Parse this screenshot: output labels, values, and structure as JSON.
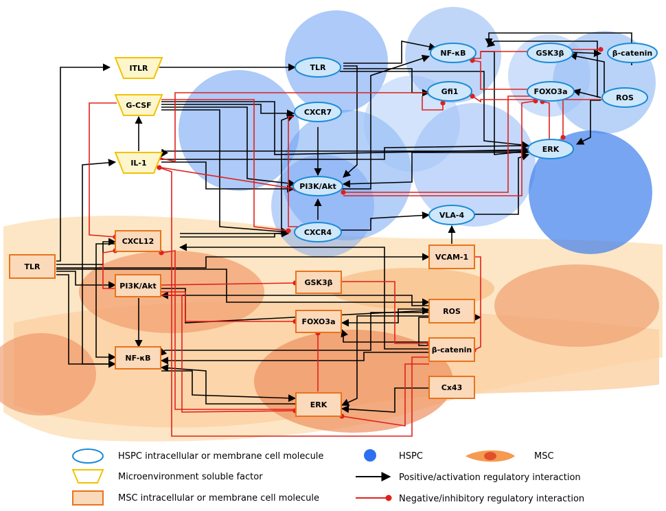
{
  "colors": {
    "hspc_stroke": "#1a8bd6",
    "hspc_fill": "#cfe7fb",
    "hspc_cell": "#4a8ef0",
    "soluble_stroke": "#f2c200",
    "soluble_fill": "#fdf6cc",
    "msc_stroke": "#e8731b",
    "msc_fill": "#fbd9bb",
    "msc_cell": "#f59a50",
    "positive": "#000000",
    "negative": "#e0201b"
  },
  "nodes": {
    "hspc": [
      {
        "id": "h_tlr",
        "label": "TLR"
      },
      {
        "id": "h_nfkb",
        "label": "NF-κB"
      },
      {
        "id": "h_gsk3b",
        "label": "GSK3β"
      },
      {
        "id": "h_bcat",
        "label": "β-catenin"
      },
      {
        "id": "h_gfi1",
        "label": "Gfi1"
      },
      {
        "id": "h_foxo3a",
        "label": "FOXO3a"
      },
      {
        "id": "h_ros",
        "label": "ROS"
      },
      {
        "id": "h_cxcr7",
        "label": "CXCR7"
      },
      {
        "id": "h_erk",
        "label": "ERK"
      },
      {
        "id": "h_pi3k",
        "label": "PI3K/Akt"
      },
      {
        "id": "h_vla4",
        "label": "VLA-4"
      },
      {
        "id": "h_cxcr4",
        "label": "CXCR4"
      }
    ],
    "soluble": [
      {
        "id": "s_itlr",
        "label": "ITLR"
      },
      {
        "id": "s_gcsf",
        "label": "G-CSF"
      },
      {
        "id": "s_il1",
        "label": "IL-1"
      }
    ],
    "msc": [
      {
        "id": "m_tlr",
        "label": "TLR"
      },
      {
        "id": "m_cxcl12",
        "label": "CXCL12"
      },
      {
        "id": "m_pi3k",
        "label": "PI3K/Akt"
      },
      {
        "id": "m_gsk3b",
        "label": "GSK3β"
      },
      {
        "id": "m_vcam1",
        "label": "VCAM-1"
      },
      {
        "id": "m_foxo3a",
        "label": "FOXO3a"
      },
      {
        "id": "m_ros",
        "label": "ROS"
      },
      {
        "id": "m_nfkb",
        "label": "NF-κB"
      },
      {
        "id": "m_bcat",
        "label": "β-catenin"
      },
      {
        "id": "m_cx43",
        "label": "Cx43"
      },
      {
        "id": "m_erk",
        "label": "ERK"
      }
    ]
  },
  "edges": {
    "positive": [
      [
        "s_itlr",
        "h_tlr"
      ],
      [
        "s_il1",
        "s_gcsf"
      ],
      [
        "m_pi3k",
        "m_nfkb"
      ],
      [
        "h_cxcr7",
        "h_pi3k"
      ],
      [
        "h_cxcr4",
        "h_pi3k"
      ],
      [
        "m_vcam1",
        "h_vla4"
      ],
      [
        "h_vla4",
        "h_erk"
      ],
      [
        "m_tlr",
        "m_cxcl12"
      ],
      [
        "m_tlr",
        "m_pi3k"
      ],
      [
        "m_tlr",
        "m_nfkb"
      ],
      [
        "m_tlr",
        "m_vcam1"
      ],
      [
        "m_tlr",
        "m_ros"
      ],
      [
        "m_tlr",
        "s_itlr"
      ],
      [
        "h_tlr",
        "h_nfkb"
      ],
      [
        "h_tlr",
        "h_erk"
      ],
      [
        "h_tlr",
        "h_gfi1"
      ],
      [
        "h_tlr",
        "h_pi3k"
      ],
      [
        "h_ros",
        "h_nfkb"
      ],
      [
        "h_ros",
        "h_erk"
      ],
      [
        "h_ros",
        "h_foxo3a"
      ],
      [
        "h_ros",
        "h_gsk3b"
      ],
      [
        "h_bcat",
        "h_nfkb"
      ],
      [
        "h_erk",
        "s_il1"
      ],
      [
        "h_erk",
        "h_pi3k"
      ],
      [
        "s_gcsf",
        "h_erk"
      ],
      [
        "s_gcsf",
        "h_cxcr7"
      ],
      [
        "s_gcsf",
        "h_pi3k"
      ],
      [
        "s_gcsf",
        "h_cxcr4"
      ],
      [
        "s_il1",
        "h_pi3k"
      ],
      [
        "s_il1",
        "h_erk"
      ],
      [
        "m_cxcl12",
        "h_cxcr4"
      ],
      [
        "m_cxcl12",
        "h_cxcr7"
      ],
      [
        "m_cxcl12",
        "m_nfkb"
      ],
      [
        "m_ros",
        "m_foxo3a"
      ],
      [
        "m_ros",
        "m_nfkb"
      ],
      [
        "m_ros",
        "m_pi3k"
      ],
      [
        "m_ros",
        "m_erk"
      ],
      [
        "m_bcat",
        "m_cxcl12"
      ],
      [
        "m_bcat",
        "m_nfkb"
      ],
      [
        "m_bcat",
        "m_ros"
      ],
      [
        "m_bcat",
        "m_foxo3a"
      ],
      [
        "m_cx43",
        "m_erk"
      ],
      [
        "m_erk",
        "m_nfkb"
      ],
      [
        "m_nfkb",
        "m_erk"
      ],
      [
        "m_pi3k",
        "m_ros"
      ],
      [
        "m_nfkb",
        "s_il1"
      ],
      [
        "h_nfkb",
        "h_erk"
      ],
      [
        "h_pi3k",
        "h_nfkb"
      ],
      [
        "h_cxcr4",
        "h_vla4"
      ],
      [
        "h_gsk3b",
        "h_bcat"
      ]
    ],
    "negative": [
      [
        "s_gcsf",
        "h_cxcr4"
      ],
      [
        "s_gcsf",
        "m_cxcl12"
      ],
      [
        "s_il1",
        "h_pi3k"
      ],
      [
        "h_gsk3b",
        "h_nfkb"
      ],
      [
        "h_gsk3b",
        "h_bcat"
      ],
      [
        "h_foxo3a",
        "h_nfkb"
      ],
      [
        "h_foxo3a",
        "h_pi3k"
      ],
      [
        "h_foxo3a",
        "h_erk"
      ],
      [
        "h_ros",
        "h_gfi1"
      ],
      [
        "h_gfi1",
        "h_gfi1"
      ],
      [
        "h_cxcr7",
        "h_cxcr4"
      ],
      [
        "h_erk",
        "h_foxo3a"
      ],
      [
        "h_pi3k",
        "h_foxo3a"
      ],
      [
        "m_gsk3b",
        "m_bcat"
      ],
      [
        "m_pi3k",
        "m_gsk3b"
      ],
      [
        "m_pi3k",
        "m_foxo3a"
      ],
      [
        "m_erk",
        "m_foxo3a"
      ],
      [
        "m_cxcl12",
        "m_erk"
      ],
      [
        "m_vcam1",
        "m_bcat"
      ],
      [
        "m_bcat",
        "s_il1"
      ],
      [
        "m_pi3k",
        "m_cxcl12"
      ],
      [
        "m_pi3k",
        "m_erk"
      ],
      [
        "h_gfi1",
        "s_il1"
      ],
      [
        "m_bcat",
        "m_erk"
      ]
    ]
  },
  "legend": {
    "hspc_node": "HSPC intracellular or membrane cell molecule",
    "soluble_node": "Microenvironment soluble factor",
    "msc_node": "MSC intracellular or membrane cell molecule",
    "hspc_cell": "HSPC",
    "msc_cell": "MSC",
    "positive": "Positive/activation regulatory interaction",
    "negative": "Negative/inhibitory regulatory interaction"
  }
}
